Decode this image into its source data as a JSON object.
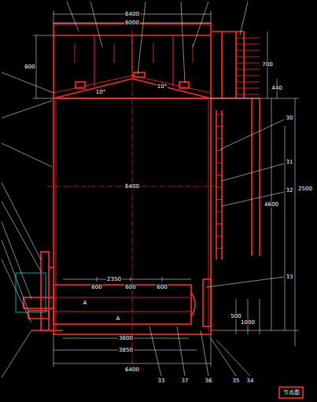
{
  "diagram": {
    "labels": [
      "6400",
      "6000",
      "600",
      "10°",
      "10°",
      "30",
      "31",
      "32",
      "33",
      "6400",
      "4600",
      "2500",
      "700",
      "440",
      "500",
      "1000",
      "2350",
      "600",
      "600",
      "600",
      "3600",
      "3850",
      "6400",
      "A",
      "A",
      "33",
      "37",
      "36",
      "35",
      "34",
      "节点图"
    ]
  }
}
